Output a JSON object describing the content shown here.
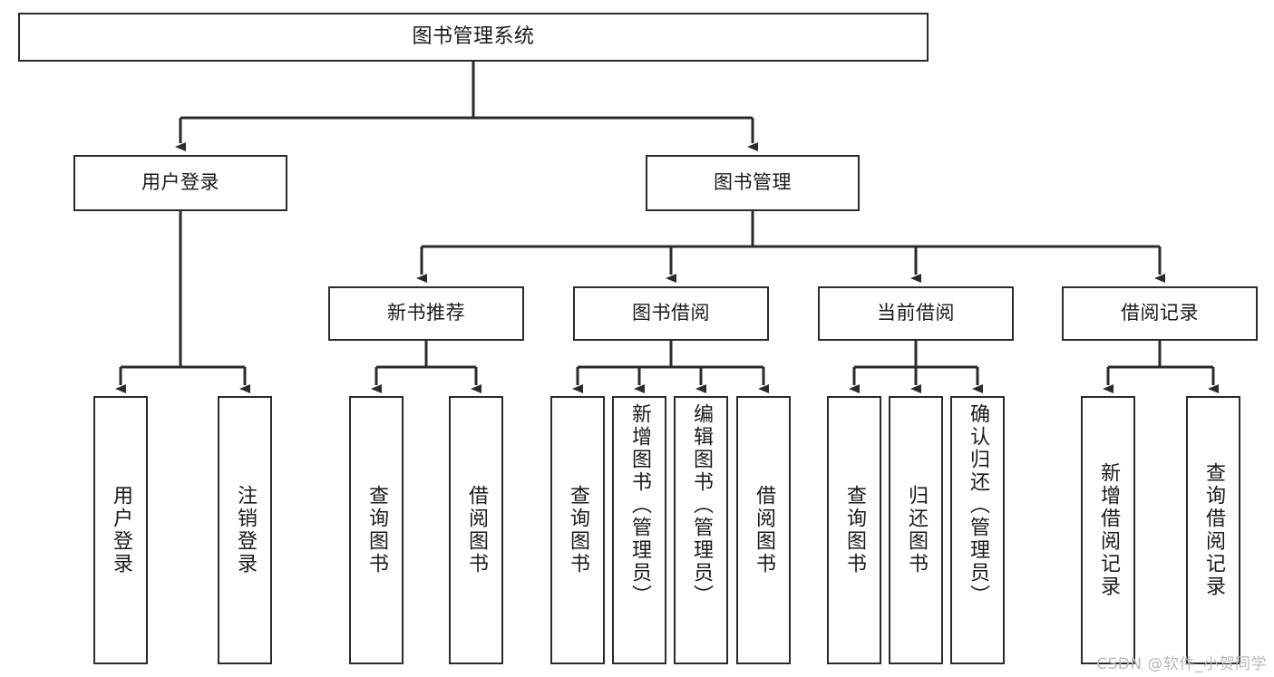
{
  "diagram": {
    "title": "图书管理系统",
    "type": "tree-hierarchy",
    "watermark": "CSDN @软件_小贺同学",
    "colors": {
      "box_border": "#2b2b2b",
      "box_fill": "#ffffff",
      "edge": "#2b2b2b",
      "text": "#1a1a1a",
      "watermark": "#b9b9b9"
    },
    "root": {
      "label": "图书管理系统"
    },
    "level2": [
      {
        "label": "用户登录"
      },
      {
        "label": "图书管理"
      }
    ],
    "level3": [
      {
        "label": "新书推荐"
      },
      {
        "label": "图书借阅"
      },
      {
        "label": "当前借阅"
      },
      {
        "label": "借阅记录"
      }
    ],
    "leaves": {
      "user_login": [
        {
          "label": "用户登录"
        },
        {
          "label": "注销登录"
        }
      ],
      "new_book_recommend": [
        {
          "label": "查询图书"
        },
        {
          "label": "借阅图书"
        }
      ],
      "book_borrow": [
        {
          "label": "查询图书"
        },
        {
          "label": "新增图书（管理员）"
        },
        {
          "label": "编辑图书（管理员）"
        },
        {
          "label": "借阅图书"
        }
      ],
      "current_borrow": [
        {
          "label": "查询图书"
        },
        {
          "label": "归还图书"
        },
        {
          "label": "确认归还（管理员）"
        }
      ],
      "borrow_record": [
        {
          "label": "新增借阅记录"
        },
        {
          "label": "查询借阅记录"
        }
      ]
    }
  }
}
